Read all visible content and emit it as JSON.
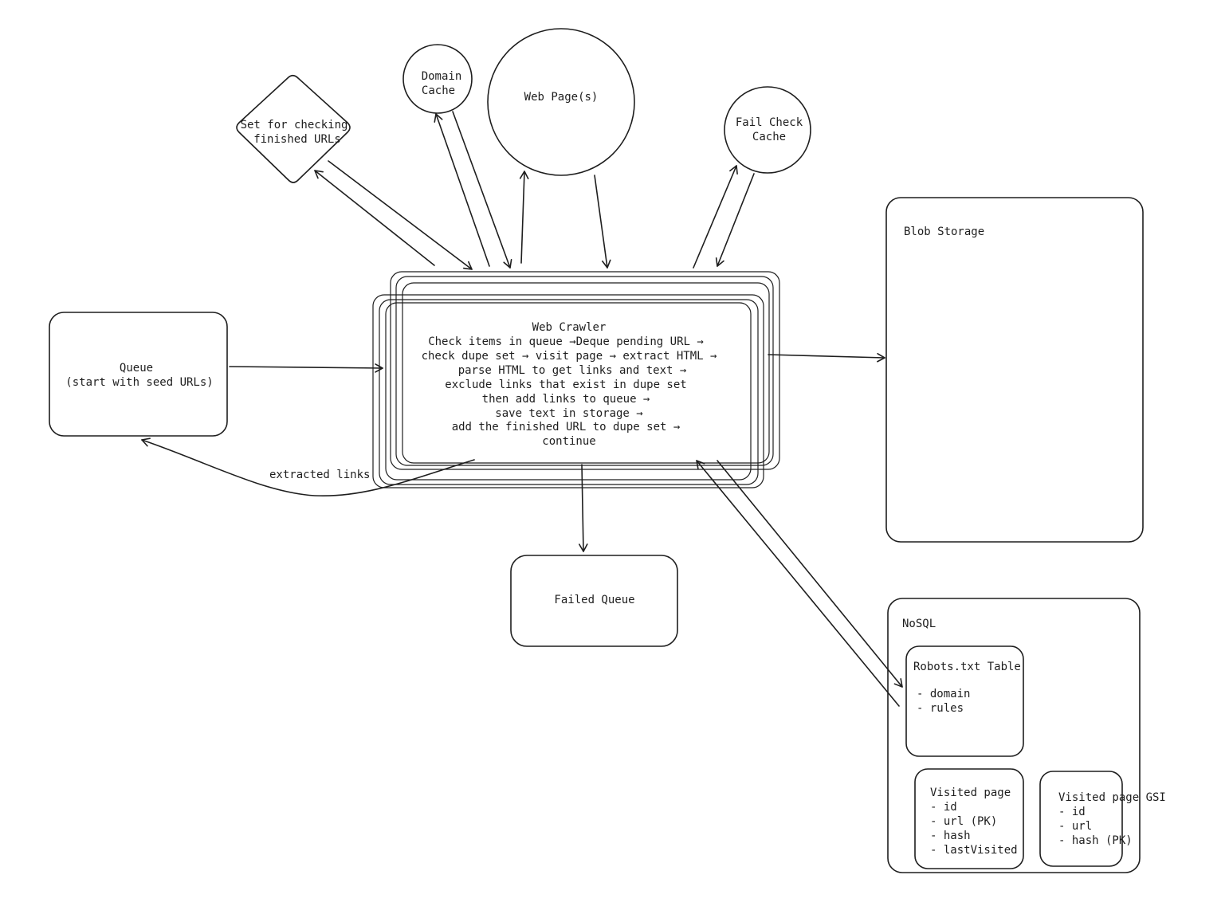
{
  "diagram": {
    "queue": {
      "line1": "Queue",
      "line2": "(start with seed URLs)"
    },
    "web_crawler": {
      "title": "Web Crawler",
      "lines": [
        "Check items in queue →Deque pending URL →",
        "check dupe set → visit page → extract HTML →",
        "parse HTML to get links and text →",
        "exclude links that exist in dupe set",
        "then add links to queue →",
        "save text in storage →",
        "add the finished URL to dupe set →",
        "continue"
      ]
    },
    "dupe_set": {
      "line1": "Set for checking",
      "line2": "finished URLs"
    },
    "domain_cache": {
      "line1": "Domain",
      "line2": "Cache"
    },
    "web_pages": {
      "label": "Web Page(s)"
    },
    "fail_check_cache": {
      "line1": "Fail Check",
      "line2": "Cache"
    },
    "blob_storage": {
      "label": "Blob Storage"
    },
    "failed_queue": {
      "label": "Failed Queue"
    },
    "extracted_links_label": "extracted links",
    "nosql": {
      "label": "NoSQL",
      "robots_table": {
        "title": "Robots.txt Table",
        "fields": [
          "- domain",
          "- rules"
        ]
      },
      "visited_page": {
        "title": "Visited page",
        "fields": [
          "- id",
          "- url (PK)",
          "- hash",
          "- lastVisited"
        ]
      },
      "visited_page_gsi": {
        "title": "Visited page GSI",
        "fields": [
          "- id",
          "- url",
          "- hash (PK)"
        ]
      }
    }
  }
}
